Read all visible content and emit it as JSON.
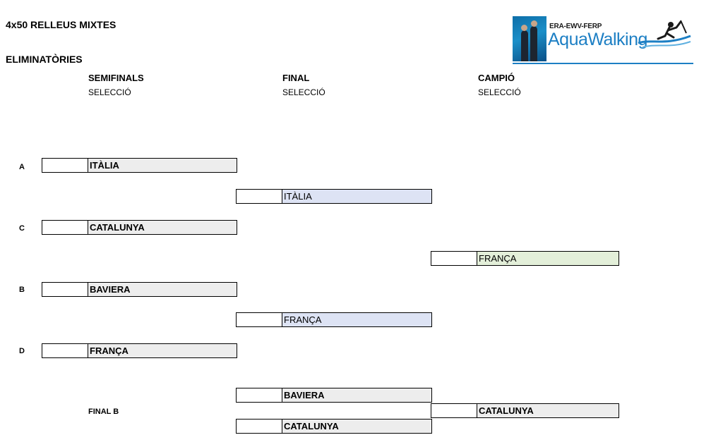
{
  "header": {
    "event_title": "4x50 RELLEUS MIXTES",
    "stage_title": "ELIMINATÒRIES"
  },
  "logo": {
    "org": "ERA-EWV-FERP",
    "brand": "AquaWalking"
  },
  "columns": [
    {
      "heading": "SEMIFINALS",
      "sub": "SELECCIÓ"
    },
    {
      "heading": "FINAL",
      "sub": "SELECCIÓ"
    },
    {
      "heading": "CAMPIÓ",
      "sub": "SELECCIÓ"
    }
  ],
  "semifinals": [
    {
      "seed": "A",
      "team": "ITÀLIA"
    },
    {
      "seed": "C",
      "team": "CATALUNYA"
    },
    {
      "seed": "B",
      "team": "BAVIERA"
    },
    {
      "seed": "D",
      "team": "FRANÇA"
    }
  ],
  "finals": [
    {
      "team": "ITÀLIA"
    },
    {
      "team": "FRANÇA"
    }
  ],
  "champion": {
    "team": "FRANÇA"
  },
  "final_b": {
    "label": "FINAL B",
    "teams": [
      "BAVIERA",
      "CATALUNYA"
    ],
    "winner": "CATALUNYA"
  },
  "colors": {
    "semifinal_fill": "#ededed",
    "final_fill": "#dde3f4",
    "champion_fill": "#e3efd9",
    "brand_blue": "#1d7fc4"
  }
}
